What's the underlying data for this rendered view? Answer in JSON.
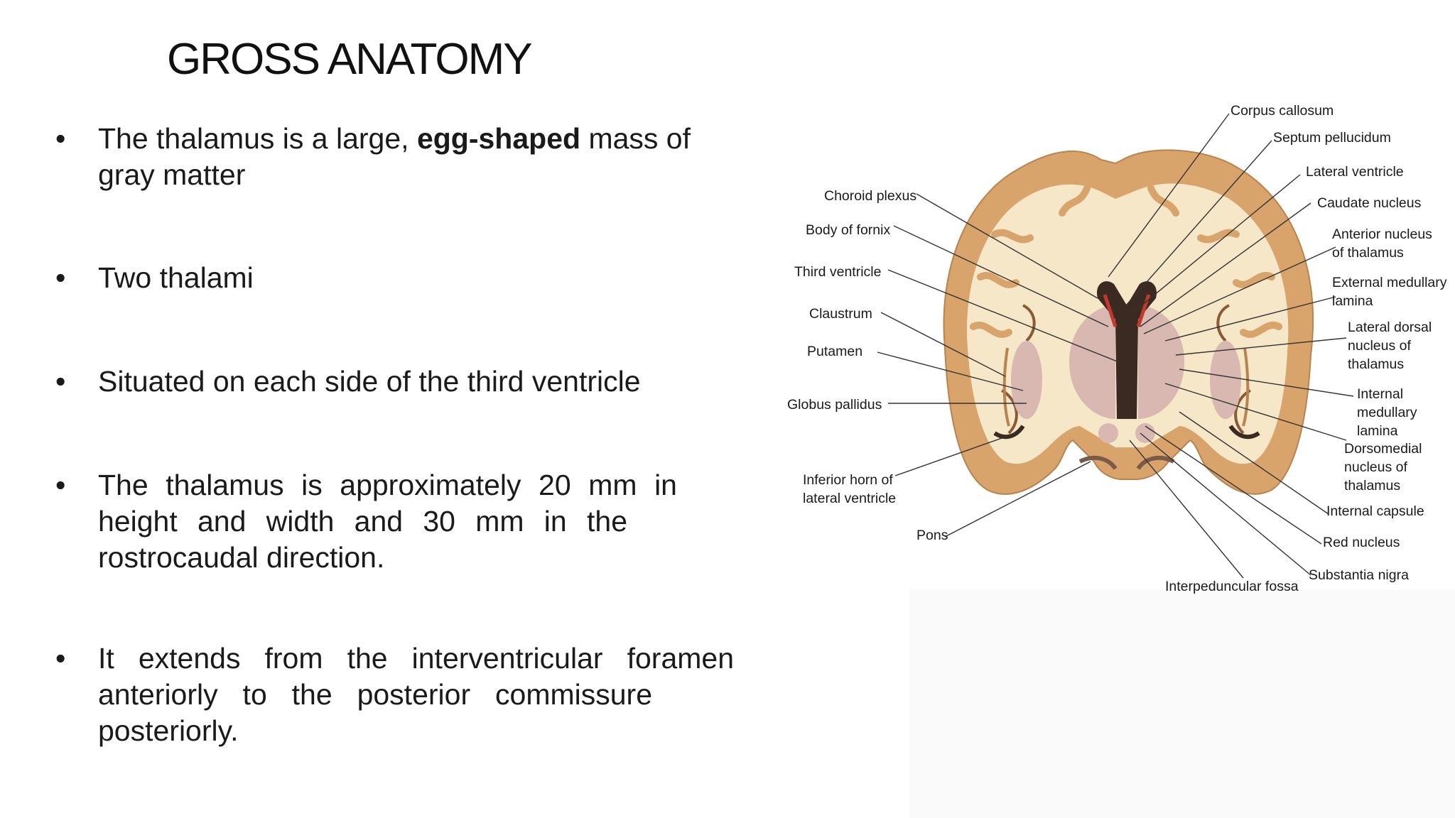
{
  "slide": {
    "title": "GROSS ANATOMY",
    "bullets": [
      {
        "before": "The thalamus is a large, ",
        "bold": "egg-shaped",
        "after": " mass of",
        "line2": "gray matter"
      },
      {
        "text": "Two thalami"
      },
      {
        "text": "Situated on each side of the third ventricle"
      },
      {
        "lines": [
          "The  thalamus  is  approximately  20  mm  in",
          "height  and  width and  30  mm  in  the",
          "rostrocaudal  direction."
        ]
      },
      {
        "lines": [
          "It  extends  from  the  interventricular  foramen",
          "anteriorly  to  the  posterior  commissure",
          "posteriorly."
        ]
      }
    ],
    "bullet_symbol": "•"
  },
  "figure": {
    "labels": {
      "corpus_callosum": "Corpus callosum",
      "septum_pellucidum": "Septum pellucidum",
      "lateral_ventricle": "Lateral ventricle",
      "caudate_nucleus": "Caudate nucleus",
      "anterior_nucleus_1": "Anterior nucleus",
      "anterior_nucleus_2": "of thalamus",
      "external_medullary_1": "External medullary",
      "external_medullary_2": "lamina",
      "lateral_dorsal_1": "Lateral dorsal",
      "lateral_dorsal_2": "nucleus of",
      "lateral_dorsal_3": "thalamus",
      "internal_medullary_1": "Internal",
      "internal_medullary_2": "medullary",
      "internal_medullary_3": "lamina",
      "dorsomedial_1": "Dorsomedial",
      "dorsomedial_2": "nucleus of",
      "dorsomedial_3": "thalamus",
      "internal_capsule": "Internal capsule",
      "red_nucleus": "Red nucleus",
      "substantia_nigra": "Substantia nigra",
      "interpeduncular_fossa": "Interpeduncular fossa",
      "choroid_plexus": "Choroid plexus",
      "body_of_fornix": "Body of fornix",
      "third_ventricle": "Third ventricle",
      "claustrum": "Claustrum",
      "putamen": "Putamen",
      "globus_pallidus": "Globus pallidus",
      "inferior_horn_1": "Inferior horn of",
      "inferior_horn_2": "lateral ventricle",
      "pons": "Pons"
    },
    "colors": {
      "gray_matter": "#d9a46b",
      "white_matter": "#f6e7c8",
      "nuclei": "#d8b8b0",
      "ventricle": "#3a2a22",
      "choroid": "#c0392b"
    }
  }
}
